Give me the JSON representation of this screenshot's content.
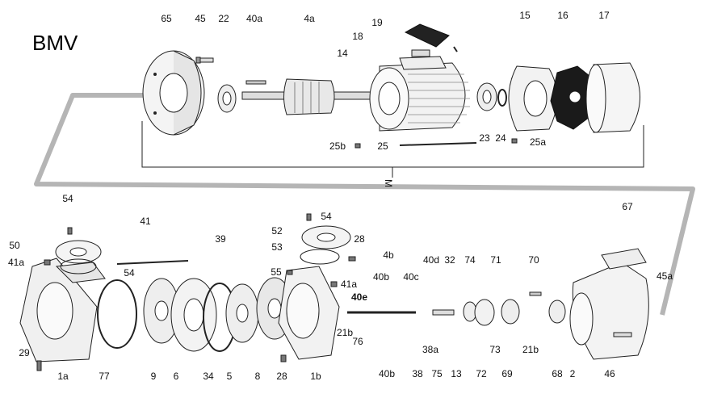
{
  "title": "BMV",
  "dimension_mark": "M",
  "labels": {
    "p65": "65",
    "p45": "45",
    "p22": "22",
    "p40a": "40a",
    "p4a": "4a",
    "p19": "19",
    "p18": "18",
    "p14": "14",
    "p15": "15",
    "p16": "16",
    "p17": "17",
    "p25b": "25b",
    "p25": "25",
    "p23": "23",
    "p24": "24",
    "p25a": "25a",
    "p54a": "54",
    "p41": "41",
    "p50": "50",
    "p41a_left": "41a",
    "p54b": "54",
    "p29": "29",
    "p1a": "1a",
    "p77": "77",
    "p9": "9",
    "p6": "6",
    "p34": "34",
    "p5": "5",
    "p8": "8",
    "p28a": "28",
    "p1b": "1b",
    "p39": "39",
    "p52": "52",
    "p54c": "54",
    "p53": "53",
    "p28b": "28",
    "p55": "55",
    "p41a_right": "41a",
    "p40e": "40e",
    "p21b_left": "21b",
    "p76": "76",
    "p4b": "4b",
    "p40b_top": "40b",
    "p40c": "40c",
    "p40d": "40d",
    "p32": "32",
    "p74": "74",
    "p71": "71",
    "p70": "70",
    "p40b_bottom": "40b",
    "p38": "38",
    "p38a": "38a",
    "p75": "75",
    "p13": "13",
    "p72": "72",
    "p73": "73",
    "p69": "69",
    "p21b_right": "21b",
    "p68": "68",
    "p2": "2",
    "p46": "46",
    "p67": "67",
    "p45a": "45a"
  },
  "colors": {
    "line": "#222222",
    "connector": "#b5b5b5",
    "part_fill": "#f4f4f4",
    "part_shade": "#cfcfcf",
    "part_dark": "#1a1a1a"
  }
}
